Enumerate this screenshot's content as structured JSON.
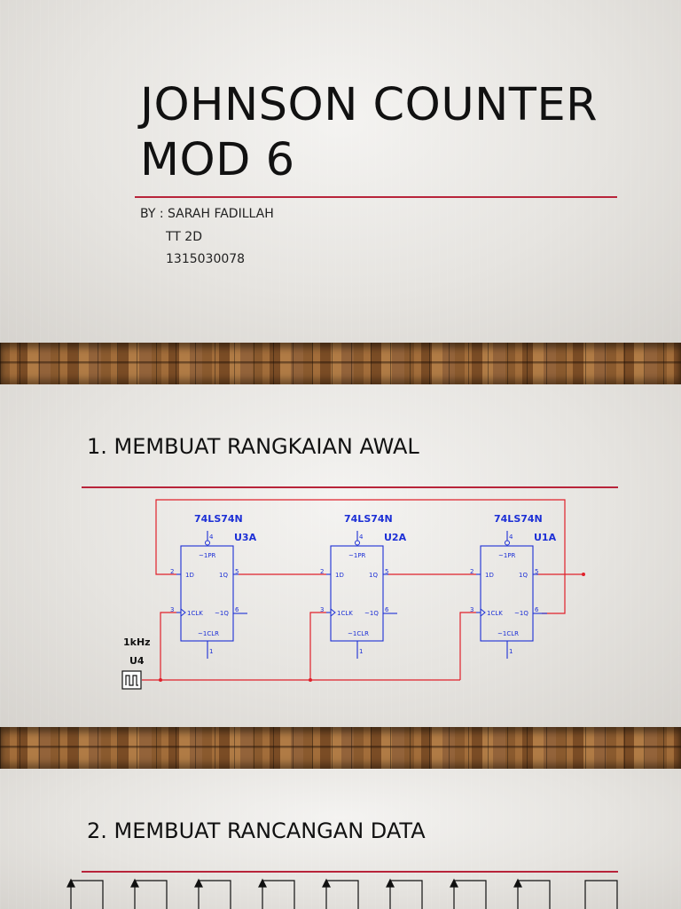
{
  "slide1": {
    "title_line1": "JOHNSON COUNTER",
    "title_line2": "MOD 6",
    "by_line": "BY : SARAH FADILLAH",
    "class_line": "TT 2D",
    "id_line": "1315030078"
  },
  "slide2": {
    "heading": "1. MEMBUAT RANGKAIAN AWAL",
    "circuit": {
      "clock_label": "1kHz",
      "clock_ref": "U4",
      "flipflops": [
        {
          "part": "74LS74N",
          "ref": "U3A"
        },
        {
          "part": "74LS74N",
          "ref": "U2A"
        },
        {
          "part": "74LS74N",
          "ref": "U1A"
        }
      ],
      "pins": {
        "pr_num": "4",
        "pr_name": "~1PR",
        "d_num": "2",
        "d_name": "1D",
        "q_num": "5",
        "q_name": "1Q",
        "clk_num": "3",
        "clk_name": "1CLK",
        "qn_num": "6",
        "qn_name": "~1Q",
        "clr_num": "1",
        "clr_name": "~1CLR"
      }
    }
  },
  "slide3": {
    "heading": "2. MEMBUAT RANCANGAN DATA"
  }
}
